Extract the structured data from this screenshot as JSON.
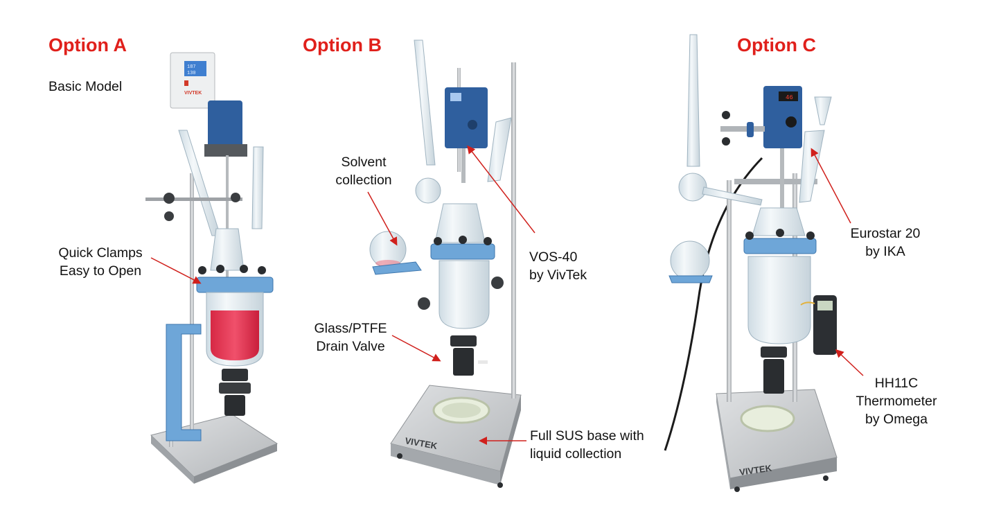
{
  "options": {
    "a": {
      "title": "Option A",
      "subtitle": "Basic Model",
      "callouts": {
        "clamps": {
          "line1": "Quick Clamps",
          "line2": "Easy to Open"
        }
      },
      "logo_text": "VIVTEK"
    },
    "b": {
      "title": "Option B",
      "callouts": {
        "solvent": {
          "line1": "Solvent",
          "line2": "collection"
        },
        "stirrer": {
          "line1": "VOS-40",
          "line2": "by VivTek"
        },
        "valve": {
          "line1": "Glass/PTFE",
          "line2": "Drain Valve"
        },
        "base": {
          "line1": "Full SUS base with",
          "line2": "liquid collection"
        }
      },
      "logo_text": "VIVTEK"
    },
    "c": {
      "title": "Option C",
      "callouts": {
        "stirrer": {
          "line1": "Eurostar 20",
          "line2": "by IKA"
        },
        "thermo": {
          "line1": "HH11C",
          "line2": "Thermometer",
          "line3": "by Omega"
        }
      },
      "logo_text": "VIVTEK"
    }
  },
  "colors": {
    "title_red": "#e0201b",
    "arrow_red": "#d0201c",
    "frame_blue": "#5b9bd5",
    "motor_blue": "#2f5f9e",
    "steel": "#c9cbcd",
    "glass": "#e6eef3",
    "liquid_red": "#e8334f"
  },
  "icons": [
    "reactor-a-illustration",
    "reactor-b-illustration",
    "reactor-c-illustration"
  ]
}
